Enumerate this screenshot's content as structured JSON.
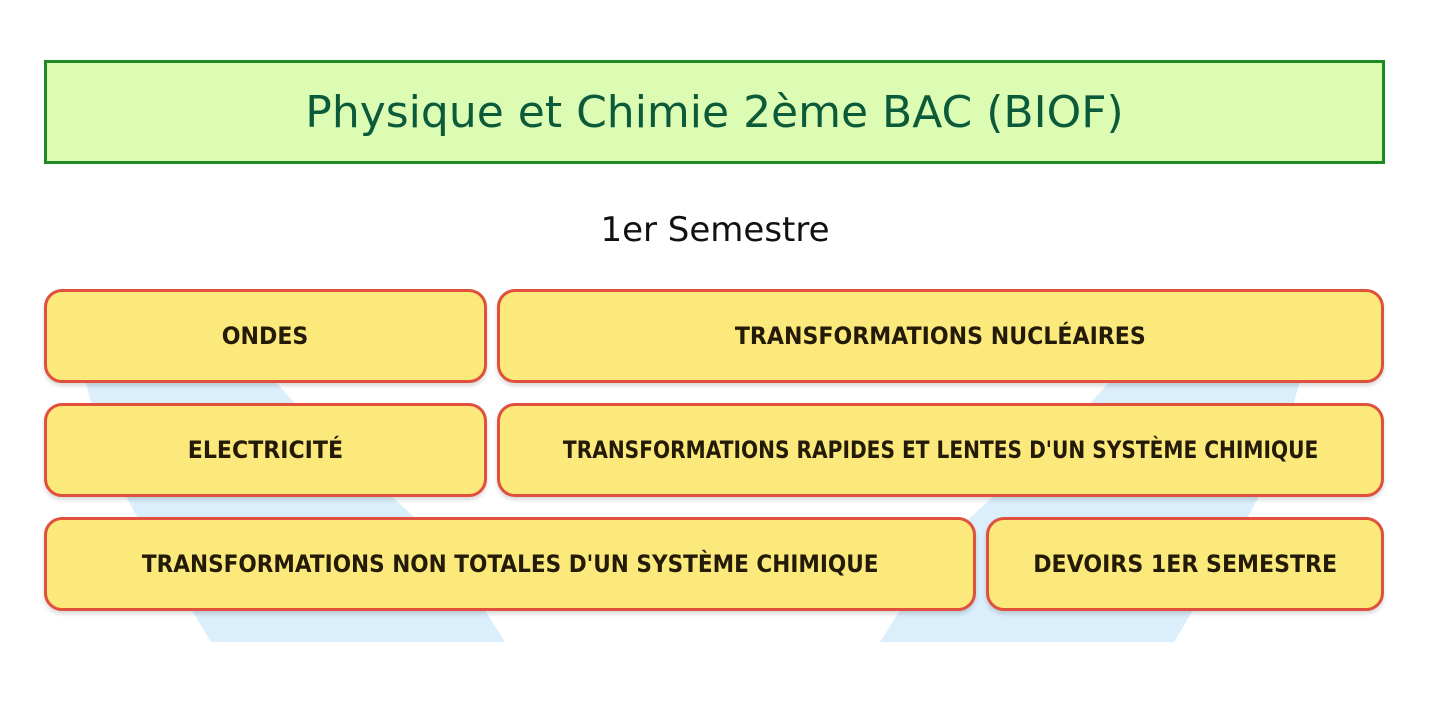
{
  "header": {
    "title": "Physique et Chimie 2ème BAC (BIOF)"
  },
  "section": {
    "title": "1er Semestre"
  },
  "buttons": [
    {
      "label": "ONDES"
    },
    {
      "label": "TRANSFORMATIONS NUCLÉAIRES"
    },
    {
      "label": "ELECTRICITÉ"
    },
    {
      "label": "TRANSFORMATIONS RAPIDES ET LENTES D'UN SYSTÈME CHIMIQUE"
    },
    {
      "label": "TRANSFORMATIONS NON TOTALES D'UN SYSTÈME CHIMIQUE"
    },
    {
      "label": "DEVOIRS 1ER SEMESTRE"
    }
  ],
  "colors": {
    "header_bg": "#dcfcb4",
    "header_border": "#1f8a24",
    "header_text": "#0b5a3a",
    "button_bg": "#fbe97c",
    "button_border": "#e0503c",
    "watermark": "#dbeefc"
  }
}
